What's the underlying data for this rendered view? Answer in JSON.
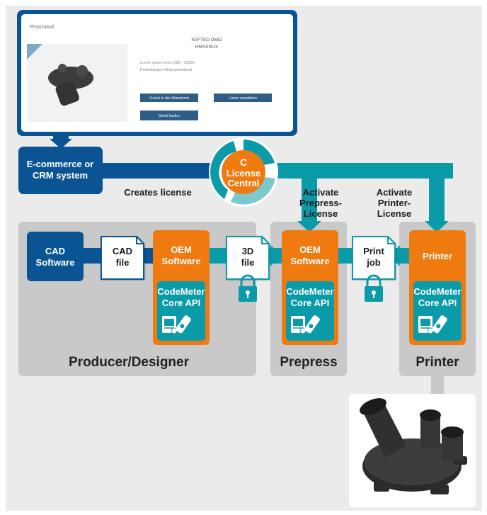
{
  "colors": {
    "background": "#ebebeb",
    "dark_blue": "#0b5494",
    "teal": "#0b9aa8",
    "orange": "#ef7b10",
    "panel_gray": "#c9c9c9",
    "screenshot_border": "#0b5494"
  },
  "icons": {
    "license_central": "codemeter-cycle-icon",
    "certificate": "certificate-icon",
    "dongle": "usb-dongle-icon",
    "lock": "lock-icon",
    "file": "document-icon"
  },
  "screenshot": {
    "header": "Prosciutool",
    "title_lines": [
      "KEFTED DMIZ",
      "HMSSRUX"
    ],
    "detail_lines": [
      "Lorem ipsum orem 183 - 13099",
      "Produkteigen Hintergrundprint"
    ],
    "buttons": [
      "Zurück in den Warenkorb",
      "Lizenz auswählen",
      "Direkt kaufen"
    ]
  },
  "crm": {
    "line1": "E-commerce or",
    "line2": "CRM system"
  },
  "creates_license": "Creates license",
  "license_central": {
    "line1": "License",
    "line2": "Central"
  },
  "activate_prepress": {
    "line1": "Activate",
    "line2": "Prepress-",
    "line3": "License"
  },
  "activate_printer": {
    "line1": "Activate",
    "line2": "Printer-",
    "line3": "License"
  },
  "cad_software": {
    "line1": "CAD",
    "line2": "Software"
  },
  "cad_file": {
    "line1": "CAD",
    "line2": "file"
  },
  "oem_software_1": {
    "line1": "OEM",
    "line2": "Software"
  },
  "oem_software_2": {
    "line1": "OEM",
    "line2": "Software"
  },
  "printer_box": "Printer",
  "codemeter_api": {
    "line1": "CodeMeter",
    "line2": "Core API"
  },
  "file_3d": {
    "line1": "3D",
    "line2": "file"
  },
  "print_job": {
    "line1": "Print",
    "line2": "job"
  },
  "sections": {
    "producer": "Producer/Designer",
    "prepress": "Prepress",
    "printer": "Printer"
  }
}
